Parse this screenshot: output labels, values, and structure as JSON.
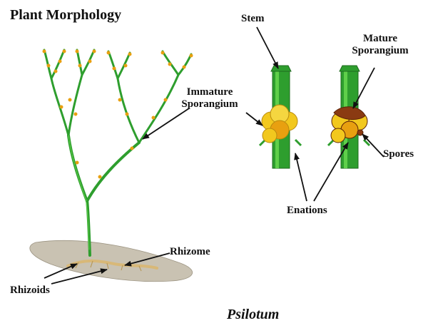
{
  "diagram": {
    "title": "Plant Morphology",
    "caption": "Psilotum",
    "labels": {
      "stem": "Stem",
      "immature": [
        "Immature",
        "Sporangium"
      ],
      "mature": [
        "Mature",
        "Sporangium"
      ],
      "spores": "Spores",
      "enations": "Enations",
      "rhizome": "Rhizome",
      "rhizoids": "Rhizoids"
    }
  },
  "colors": {
    "stem_green": "#2e9e2e",
    "stem_highlight": "#5fcf4a",
    "sporangium_yellow": "#f2c81e",
    "sporangium_orange": "#e8a010",
    "mature_brown": "#8a3a12",
    "soil": "#c9c2b2",
    "label_text": "#111111"
  }
}
